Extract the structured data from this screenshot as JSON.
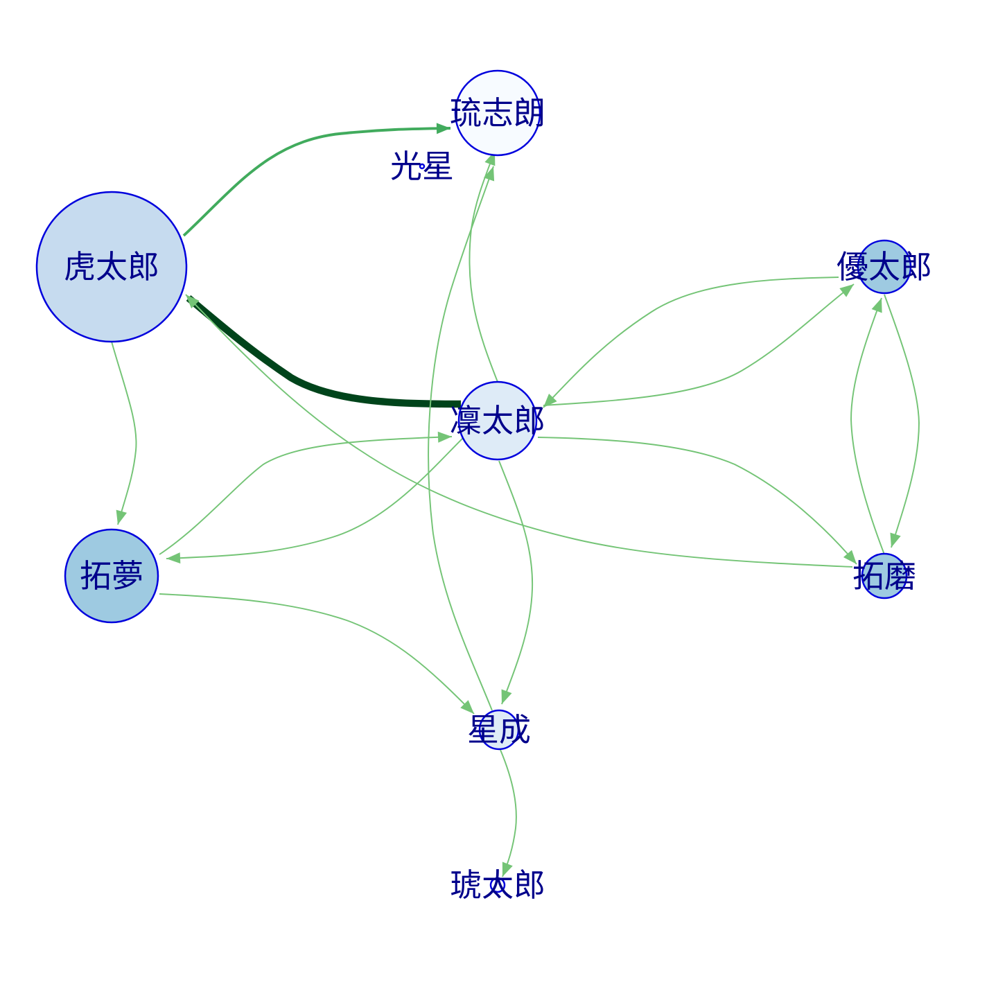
{
  "nodes": [
    {
      "id": "rushiro",
      "label": "琉志朗",
      "fill": "#f7fbff"
    },
    {
      "id": "kotaro",
      "label": "虎太郎",
      "fill": "#c6dbef"
    },
    {
      "id": "kosei",
      "label": "光星",
      "fill": "#f7fbff"
    },
    {
      "id": "yutaro",
      "label": "優太郎",
      "fill": "#9ecae1"
    },
    {
      "id": "rintaro",
      "label": "凜太郎",
      "fill": "#deebf7"
    },
    {
      "id": "takumu",
      "label": "拓夢",
      "fill": "#9ecae1"
    },
    {
      "id": "takuma",
      "label": "拓磨",
      "fill": "#9ecae1"
    },
    {
      "id": "seisei",
      "label": "星成",
      "fill": "#deebf7"
    },
    {
      "id": "kotaro2",
      "label": "琥太郎",
      "fill": "#f7fbff"
    }
  ],
  "edges": [
    {
      "from": "kotaro",
      "to": "rushiro",
      "weight": 3,
      "color": "#41ab5d"
    },
    {
      "from": "rintaro",
      "to": "kotaro",
      "weight": 8,
      "color": "#00441b"
    },
    {
      "from": "kotaro",
      "to": "takumu",
      "weight": 1.5,
      "color": "#74c476"
    },
    {
      "from": "yutaro",
      "to": "rintaro",
      "weight": 1.5,
      "color": "#74c476"
    },
    {
      "from": "rintaro",
      "to": "yutaro",
      "weight": 1.5,
      "color": "#74c476"
    },
    {
      "from": "yutaro",
      "to": "takuma",
      "weight": 1.5,
      "color": "#74c476"
    },
    {
      "from": "takuma",
      "to": "yutaro",
      "weight": 1.5,
      "color": "#74c476"
    },
    {
      "from": "takumu",
      "to": "rintaro",
      "weight": 1.5,
      "color": "#74c476"
    },
    {
      "from": "rintaro",
      "to": "takumu",
      "weight": 1.5,
      "color": "#74c476"
    },
    {
      "from": "rintaro",
      "to": "takuma",
      "weight": 1.5,
      "color": "#74c476"
    },
    {
      "from": "takuma",
      "to": "kotaro",
      "weight": 1.5,
      "color": "#74c476"
    },
    {
      "from": "rintaro",
      "to": "rushiro",
      "weight": 1.5,
      "color": "#74c476"
    },
    {
      "from": "seisei",
      "to": "rushiro",
      "weight": 1.5,
      "color": "#74c476"
    },
    {
      "from": "rintaro",
      "to": "seisei",
      "weight": 1.5,
      "color": "#74c476"
    },
    {
      "from": "takumu",
      "to": "seisei",
      "weight": 1.5,
      "color": "#74c476"
    },
    {
      "from": "seisei",
      "to": "kotaro2",
      "weight": 1.5,
      "color": "#74c476"
    }
  ]
}
